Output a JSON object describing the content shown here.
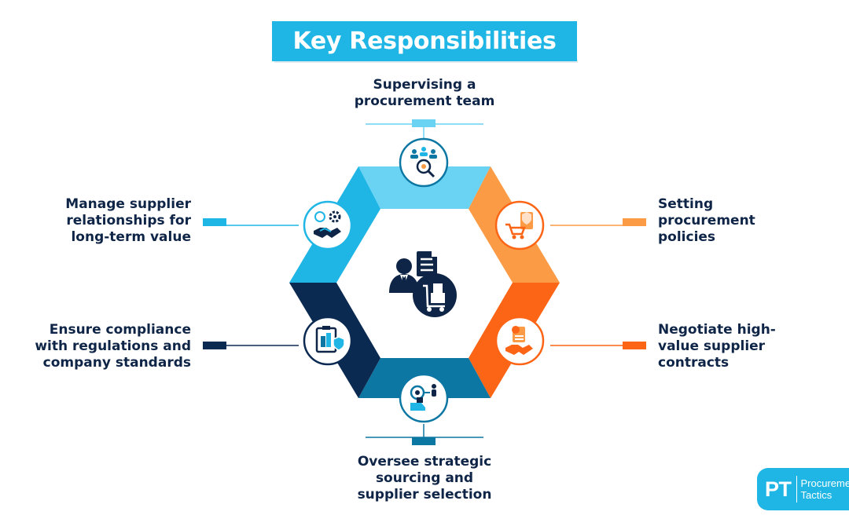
{
  "title": "Key Responsibilities",
  "responsibilities": {
    "top": {
      "lines": [
        "Supervising a",
        "procurement team"
      ],
      "icon": "team-search-icon",
      "color": "#6ad3f4"
    },
    "top_right": {
      "lines": [
        "Setting",
        "procurement",
        "policies"
      ],
      "icon": "policy-cart-icon",
      "color": "#fb9b46"
    },
    "bottom_right": {
      "lines": [
        "Negotiate high-",
        "value supplier",
        "contracts"
      ],
      "icon": "contract-handshake-icon",
      "color": "#fb6515"
    },
    "bottom": {
      "lines": [
        "Oversee strategic",
        "sourcing and",
        "supplier selection"
      ],
      "icon": "sourcing-target-icon",
      "color": "#0d77a4"
    },
    "bottom_left": {
      "lines": [
        "Ensure compliance",
        "with regulations and",
        "company standards"
      ],
      "icon": "compliance-clipboard-icon",
      "color": "#0b2a52"
    },
    "top_left": {
      "lines": [
        "Manage supplier",
        "relationships for",
        "long-term value"
      ],
      "icon": "handshake-gears-icon",
      "color": "#1fb6e6"
    }
  },
  "center": {
    "icon": "procurement-manager-icon",
    "color": "#0f2547"
  },
  "logo": {
    "mark": "PT",
    "line1": "Procurement",
    "line2": "Tactics"
  }
}
